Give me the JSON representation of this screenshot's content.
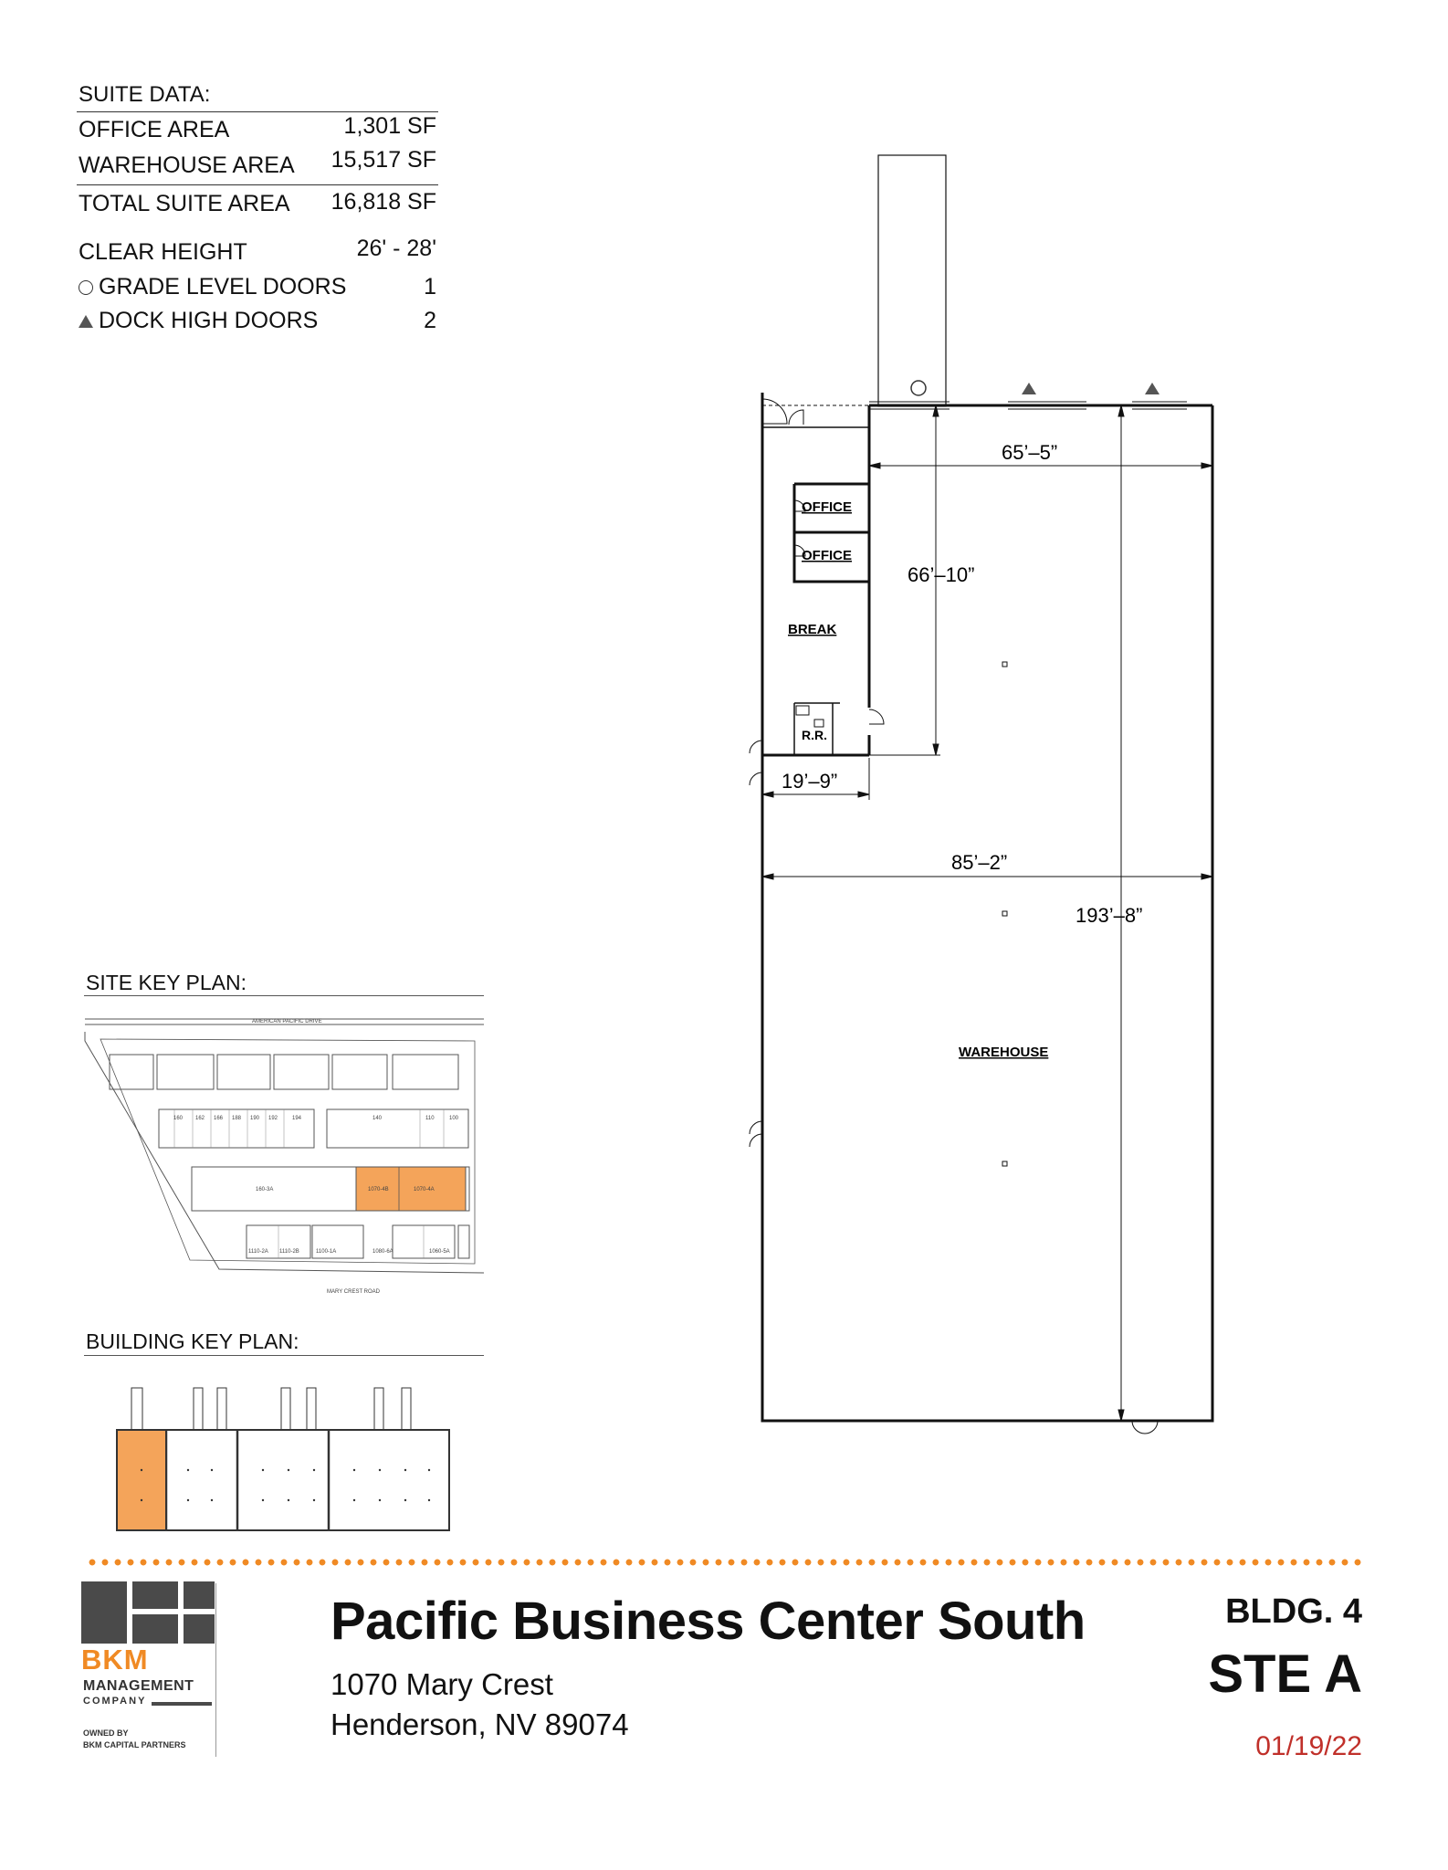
{
  "suite_data": {
    "title": "SUITE DATA:",
    "office_area": {
      "label": "OFFICE AREA",
      "value": "1,301 SF"
    },
    "warehouse_area": {
      "label": "WAREHOUSE AREA",
      "value": "15,517 SF"
    },
    "total_area": {
      "label": "TOTAL SUITE AREA",
      "value": "16,818 SF"
    },
    "clear_height": {
      "label": "CLEAR HEIGHT",
      "value": "26' - 28'"
    },
    "grade_doors": {
      "label": "GRADE LEVEL DOORS",
      "value": "1"
    },
    "dock_doors": {
      "label": "DOCK HIGH DOORS",
      "value": "2"
    }
  },
  "floor_plan": {
    "office_1": "OFFICE",
    "office_2": "OFFICE",
    "break": "BREAK",
    "restroom": "R.R.",
    "warehouse": "WAREHOUSE",
    "dim_top_width": "65’–5”",
    "dim_office_depth": "66’–10”",
    "dim_office_width": "19’–9”",
    "dim_full_width": "85’–2”",
    "dim_full_depth": "193’–8”"
  },
  "site_key": {
    "heading": "SITE KEY PLAN:",
    "road_top": "AMERICAN PACIFIC DRIVE",
    "road_bottom": "MARY CREST ROAD",
    "units": [
      "160",
      "162",
      "166",
      "188",
      "190",
      "192",
      "194",
      "140",
      "110",
      "100",
      "160-3A",
      "1070-4B",
      "1070-4A",
      "1110-2A",
      "1110-2B",
      "1100-1A",
      "1080-6A",
      "1060-5A"
    ]
  },
  "building_key": {
    "heading": "BUILDING KEY PLAN:"
  },
  "footer": {
    "project": "Pacific Business Center South",
    "address_line1": "1070 Mary Crest",
    "address_line2": "Henderson, NV 89074",
    "building": "BLDG. 4",
    "suite": "STE A",
    "date": "01/19/22"
  },
  "logo": {
    "brand": "BKM",
    "line1": "MANAGEMENT",
    "line2": "COMPANY",
    "owned1": "OWNED BY",
    "owned2": "BKM CAPITAL PARTNERS"
  },
  "colors": {
    "highlight": "#f4a45a",
    "accent_orange": "#f08a24",
    "date_red": "#c0302a",
    "logo_gray": "#4a4a4a"
  }
}
